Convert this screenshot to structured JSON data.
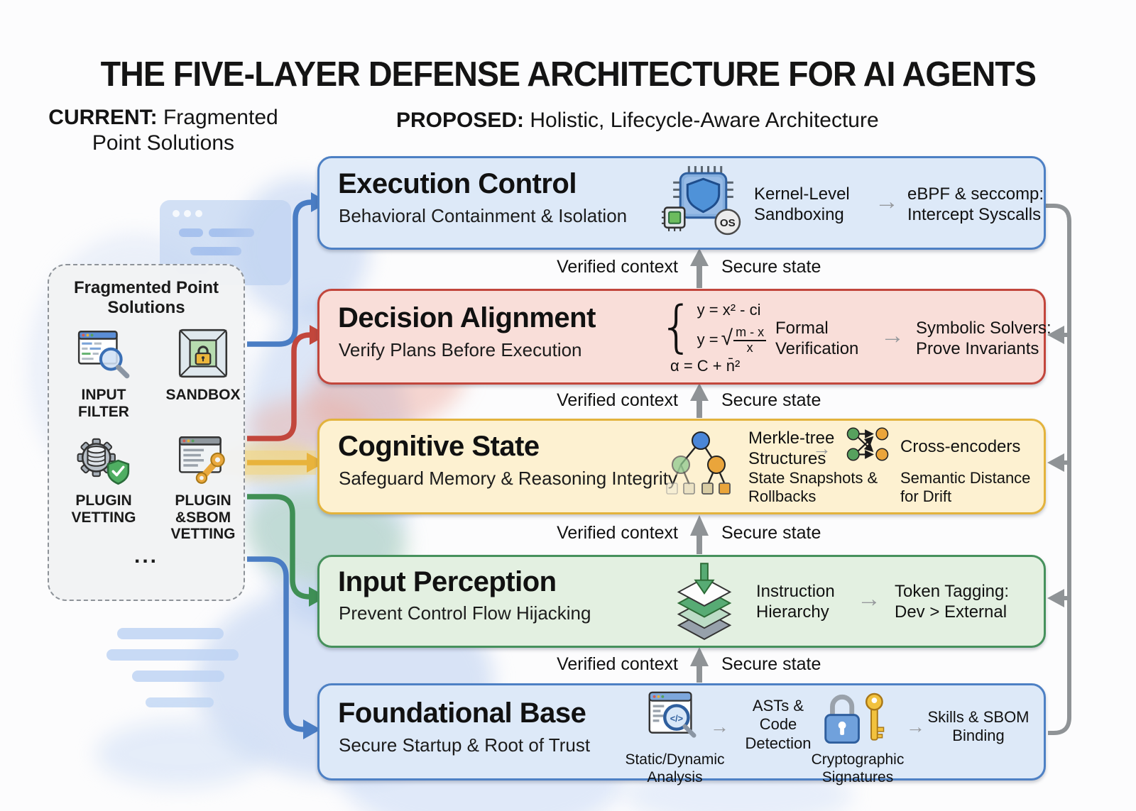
{
  "title": "THE FIVE-LAYER DEFENSE ARCHITECTURE FOR AI AGENTS",
  "current_heading": {
    "prefix": "CURRENT:",
    "rest": " Fragmented Point Solutions"
  },
  "proposed_heading": {
    "prefix": "PROPOSED:",
    "rest": " Holistic, Lifecycle-Aware Architecture"
  },
  "fragmented_box": {
    "title": "Fragmented Point Solutions",
    "items": [
      {
        "label": "INPUT FILTER",
        "icon": "input-filter-icon"
      },
      {
        "label": "SANDBOX",
        "icon": "sandbox-icon"
      },
      {
        "label": "PLUGIN VETTING",
        "icon": "plugin-vetting-icon"
      },
      {
        "label": "PLUGIN &SBOM VETTING",
        "icon": "plugin-sbom-vetting-icon"
      }
    ],
    "more": "..."
  },
  "connector_labels": {
    "left": "Verified context",
    "right": "Secure state"
  },
  "layers": [
    {
      "title": "Execution Control",
      "subtitle": "Behavioral Containment & Isolation",
      "icon": "chip-shield-os-icon",
      "icon_badge": "OS",
      "method": "Kernel-Level Sandboxing",
      "technique": "eBPF & seccomp: Intercept Syscalls",
      "border": "#4d80c4",
      "fill": "#dde9f8"
    },
    {
      "title": "Decision Alignment",
      "subtitle": "Verify Plans Before Execution",
      "icon": "math-formulas-icon",
      "math": {
        "line1": "y = x² - ci",
        "line2_lead": "y =",
        "line2_num": "m - x",
        "line2_den": "x",
        "line3": "α = C + n̄²"
      },
      "method": "Formal Verification",
      "technique": "Symbolic Solvers: Prove Invariants",
      "border": "#c2463c",
      "fill": "#f9ded9"
    },
    {
      "title": "Cognitive State",
      "subtitle": "Safeguard Memory & Reasoning Integrity",
      "icon": "merkle-tree-icon",
      "icon2": "cross-encoder-icon",
      "method": "Merkle-tree Structures",
      "method_note": "State Snapshots & Rollbacks",
      "technique": "Cross-encoders",
      "technique_note": "Semantic Distance for Drift",
      "border": "#e3b33c",
      "fill": "#fdf1d1"
    },
    {
      "title": "Input Perception",
      "subtitle": "Prevent Control Flow Hijacking",
      "icon": "instruction-stack-icon",
      "method": "Instruction Hierarchy",
      "technique": "Token Tagging: Dev > External",
      "border": "#46915c",
      "fill": "#e3f0e1"
    },
    {
      "title": "Foundational Base",
      "subtitle": "Secure Startup & Root of Trust",
      "icon": "code-scan-icon",
      "icon_code_label": "</>",
      "icon_caption": "Static/Dynamic Analysis",
      "method": "ASTs & Code Detection",
      "icon2": "lock-key-icon",
      "icon2_caption": "Cryptographic Signatures",
      "technique": "Skills & SBOM Binding",
      "border": "#4d80c4",
      "fill": "#dde9f8"
    }
  ],
  "colors": {
    "connector_gray": "#8f9396",
    "arrow_blue": "#4a7dc4",
    "arrow_red": "#c2463c",
    "arrow_yellow": "#e8b33c",
    "arrow_green": "#3f8f55"
  }
}
